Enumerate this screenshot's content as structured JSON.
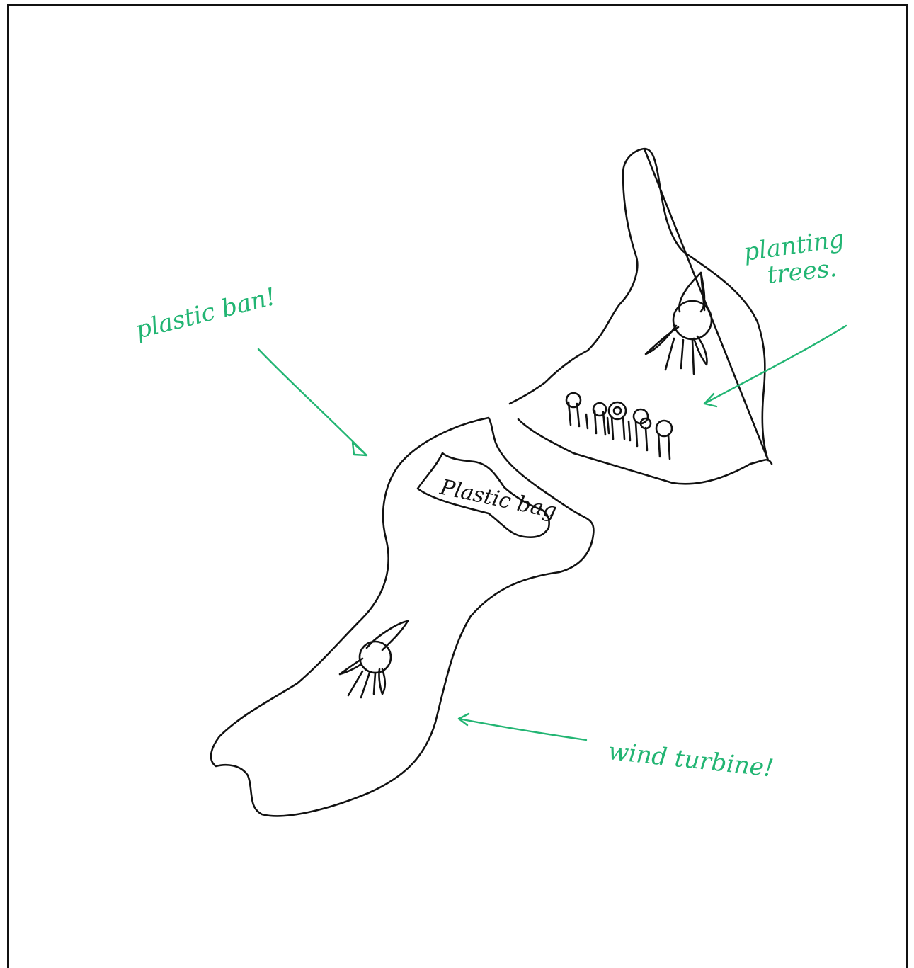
{
  "annotations": {
    "plastic_ban": "plastic ban!",
    "planting": "planting",
    "trees": "trees.",
    "wind_turbine": "wind turbine!"
  },
  "bag_label": "Plastic bag",
  "colors": {
    "annotation": "#22b573",
    "outline": "#111111",
    "frame": "#111111",
    "background": "#ffffff"
  }
}
